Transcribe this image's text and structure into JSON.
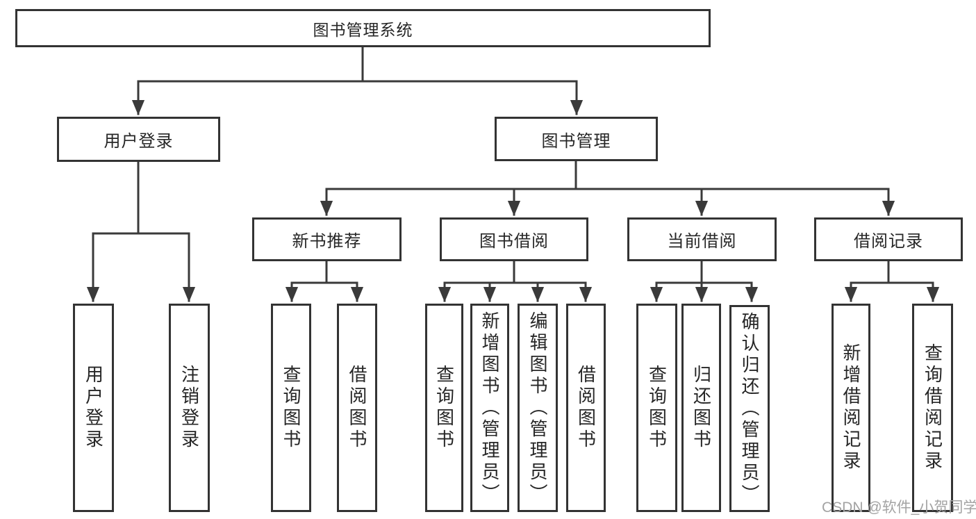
{
  "diagram": {
    "title": "图书管理系统",
    "type": "hierarchy-tree",
    "line_color": "#3a3a3a",
    "box_border_color": "#333333",
    "box_fill_color": "#ffffff",
    "text_color": "#262626",
    "tree": {
      "root": {
        "label": "图书管理系统"
      },
      "children": [
        {
          "label": "用户登录",
          "children": [
            {
              "label": "用户登录"
            },
            {
              "label": "注销登录"
            }
          ]
        },
        {
          "label": "图书管理",
          "children": [
            {
              "label": "新书推荐",
              "children": [
                {
                  "label": "查询图书"
                },
                {
                  "label": "借阅图书"
                }
              ]
            },
            {
              "label": "图书借阅",
              "children": [
                {
                  "label": "查询图书"
                },
                {
                  "label": "新增图书（管理员）"
                },
                {
                  "label": "编辑图书（管理员）"
                },
                {
                  "label": "借阅图书"
                }
              ]
            },
            {
              "label": "当前借阅",
              "children": [
                {
                  "label": "查询图书"
                },
                {
                  "label": "归还图书"
                },
                {
                  "label": "确认归还（管理员）"
                }
              ]
            },
            {
              "label": "借阅记录",
              "children": [
                {
                  "label": "新增借阅记录"
                },
                {
                  "label": "查询借阅记录"
                }
              ]
            }
          ]
        }
      ]
    }
  },
  "watermark": "CSDN @软件_小贺同学"
}
